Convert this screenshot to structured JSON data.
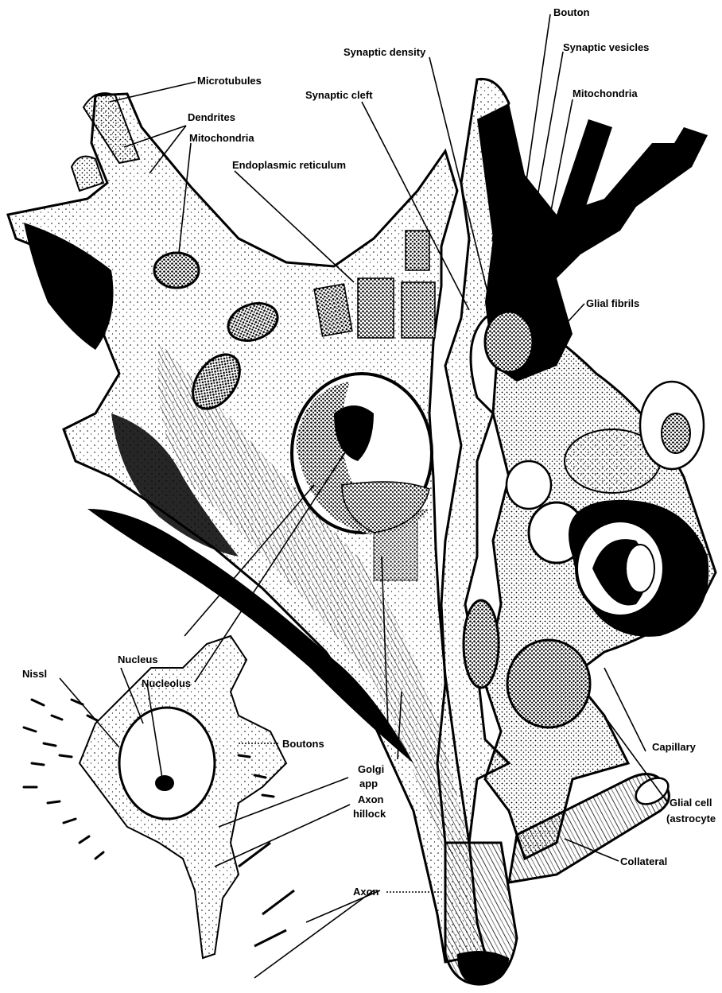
{
  "labels": {
    "microtubules": "Microtubules",
    "dendrites": "Dendrites",
    "mitochondria_left": "Mitochondria",
    "synaptic_cleft": "Synaptic cleft",
    "synaptic_density": "Synaptic density",
    "endoplasmic_reticulum": "Endoplasmic reticulum",
    "bouton_top": "Bouton",
    "synaptic_vesicles": "Synaptic vesicles",
    "mitochondria_right": "Mitochondria",
    "glial_fibrils": "Glial fibrils",
    "nucleus": "Nucleus",
    "nucleolus": "Nucleolus",
    "nissl": "Nissl",
    "boutons": "Boutons",
    "golgi_app_line1": "Golgi",
    "golgi_app_line2": "app",
    "axon_hillock_line1": "Axon",
    "axon_hillock_line2": "hillock",
    "axon": "Axon",
    "capillary": "Capillary",
    "glial_cell_line1": "Glial cell",
    "glial_cell_line2": "(astrocyte",
    "collateral": "Collateral"
  },
  "colors": {
    "ink": "#000000",
    "paper": "#ffffff"
  }
}
